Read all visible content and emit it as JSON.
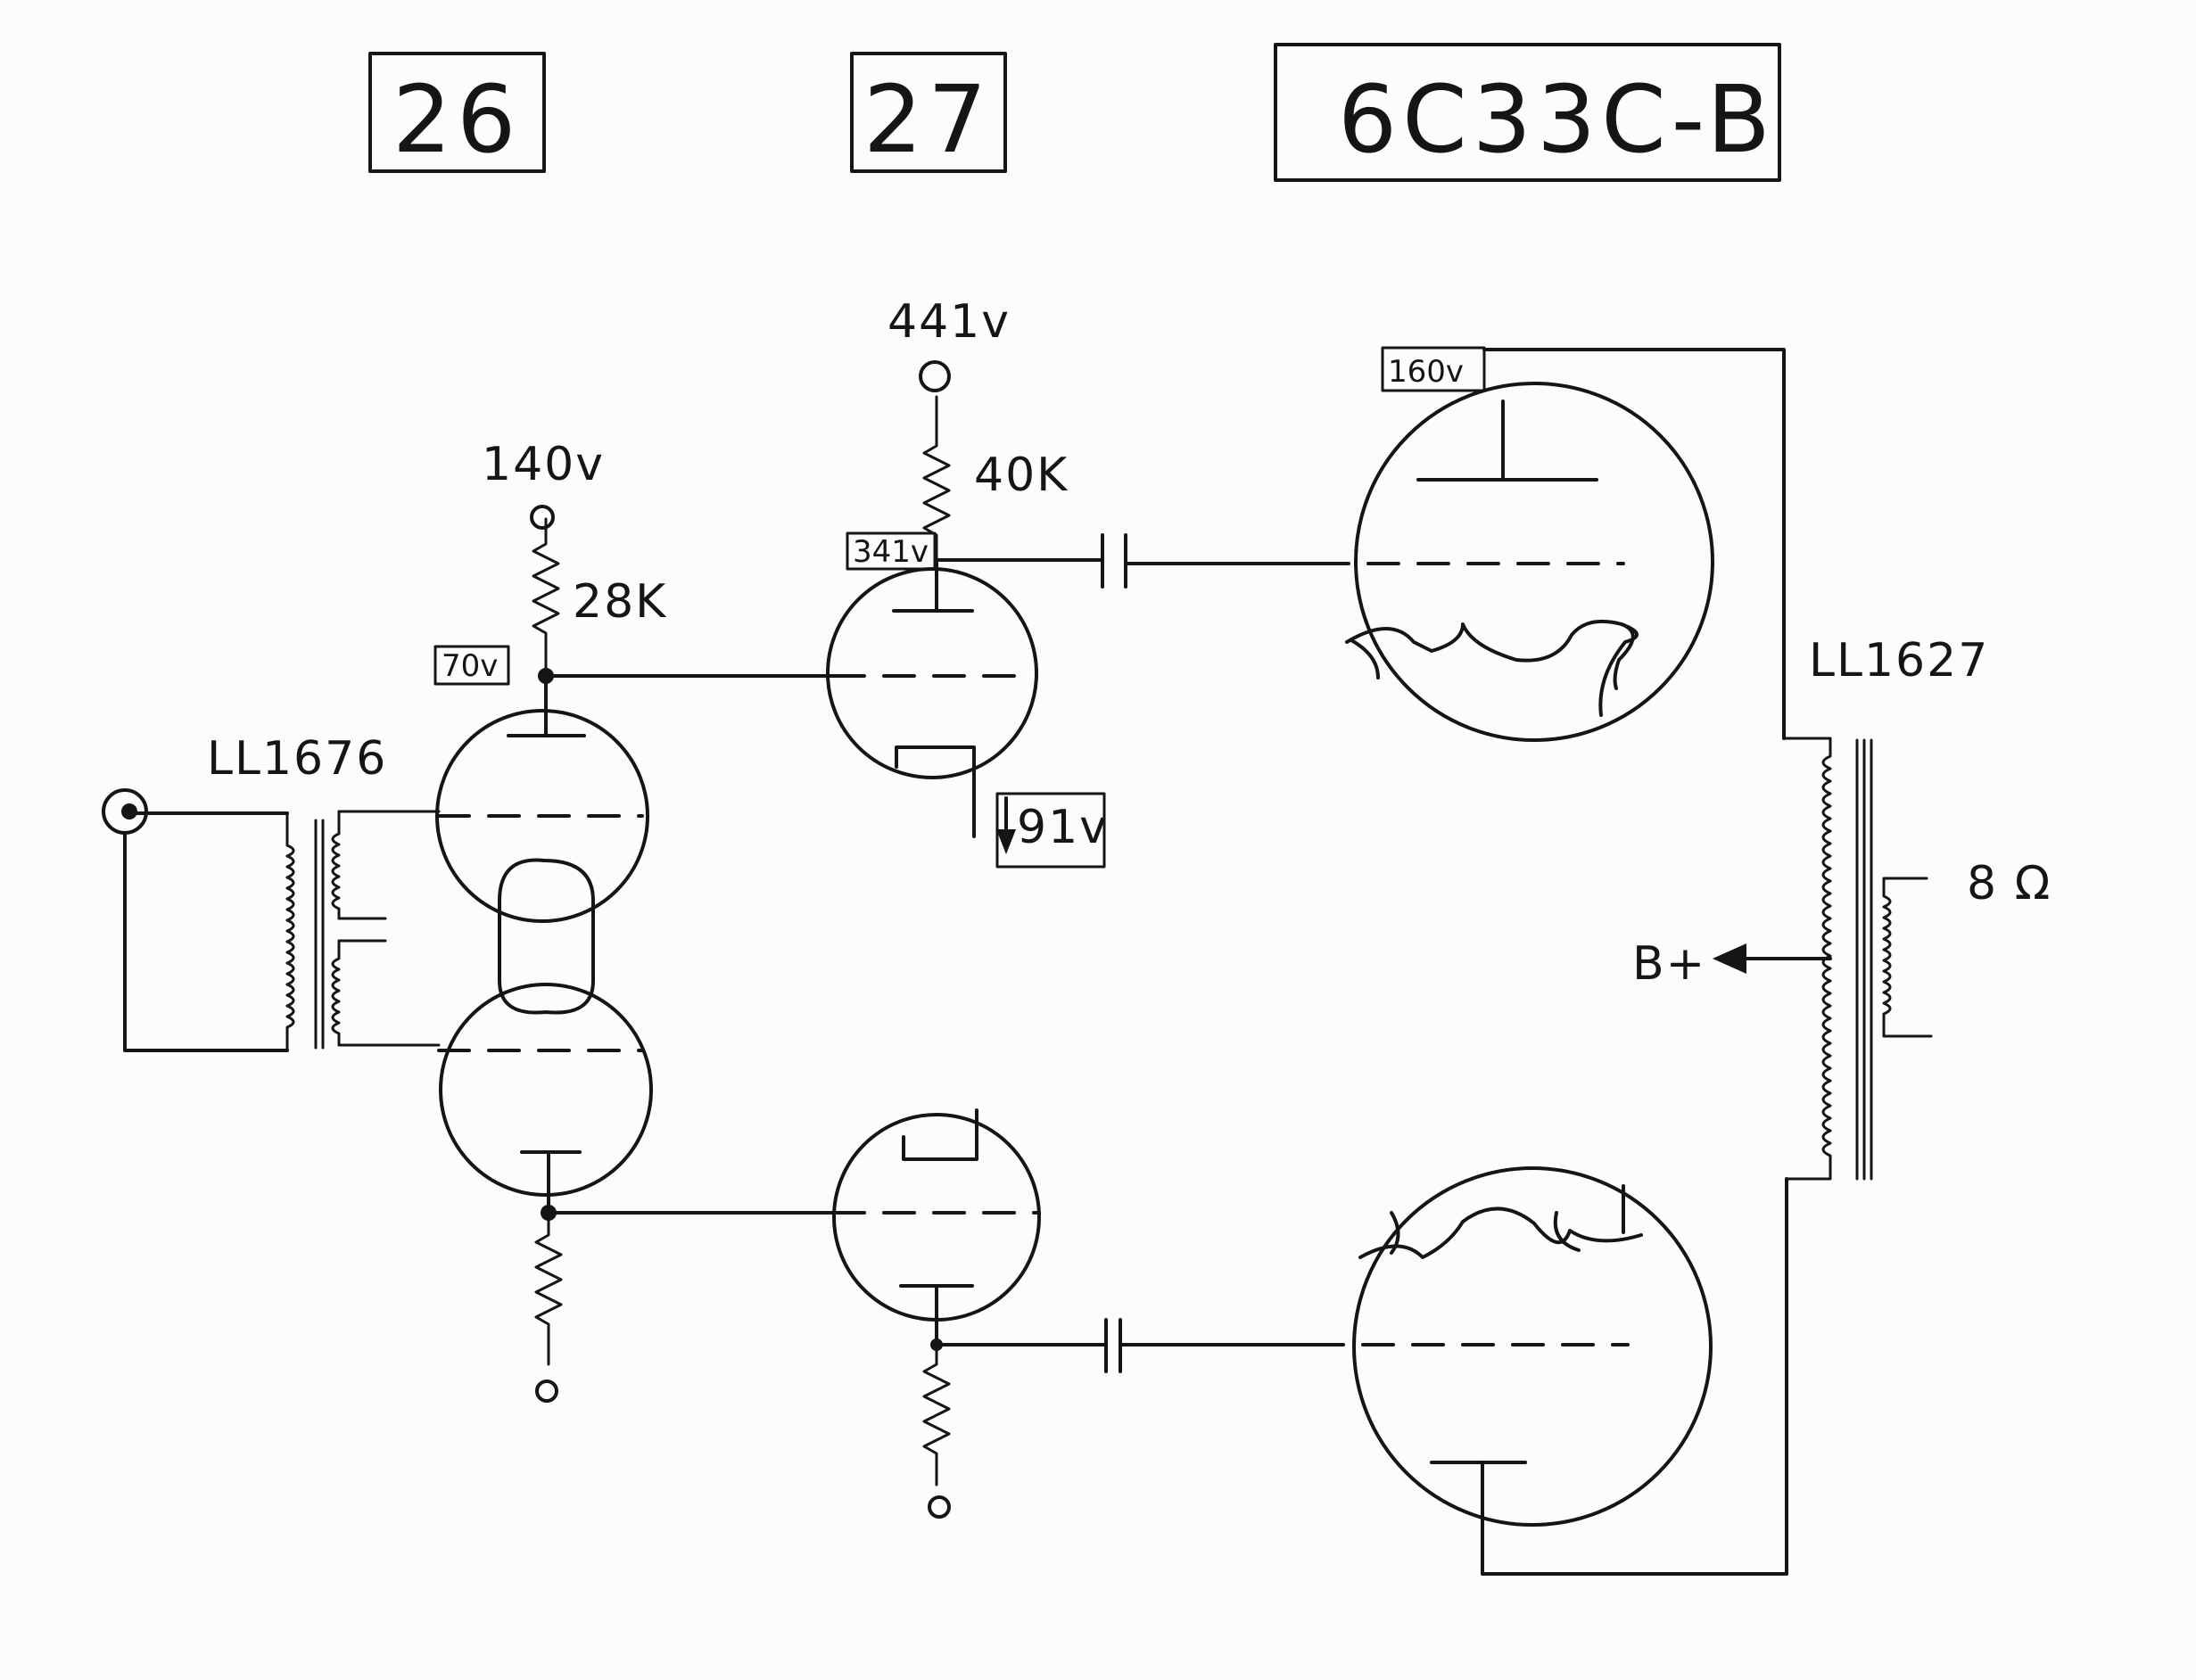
{
  "tube_labels": {
    "first": "26",
    "second": "27",
    "third": "6C33C-B"
  },
  "voltages": {
    "supply_upper_left": "140v",
    "supply_top_center": "441v",
    "node_70": "70v",
    "node_341": "341v",
    "node_160": "160v",
    "node_91": "91v"
  },
  "resistors": {
    "r_28k": "28K",
    "r_40k": "40K"
  },
  "transformers": {
    "input": "LL1676",
    "output": "LL1627"
  },
  "output": {
    "impedance": "8 Ω",
    "b_plus": "B+"
  }
}
